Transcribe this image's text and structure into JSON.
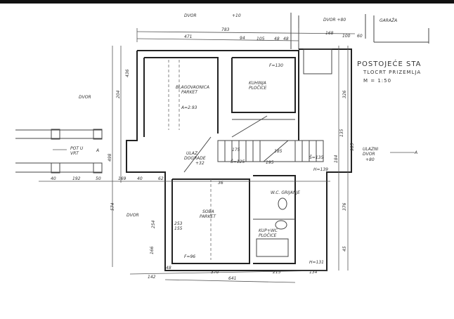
{
  "title": {
    "main": "POSTOJEĆE STA",
    "sub": "TLOCRT PRIZEMLJA",
    "scale": "M = 1:50"
  },
  "labels": {
    "dvor_top": "DVOR",
    "dvor_top_level": "+10",
    "dvor_top_right": "DVOR +80",
    "garaza": "GARAŽA",
    "dvor_left": "DVOR",
    "dvor_bottom": "DVOR",
    "pot_u_vrt_1": "POT U",
    "pot_u_vrt_2": "VRT",
    "blagovaonica_1": "BLAGOVAONICA",
    "blagovaonica_2": "PARKET",
    "area_blag": "A=2.93",
    "kuhinja_1": "KUHINJA",
    "kuhinja_2": "PLOČICE",
    "ulaz_1": "ULAZ",
    "ulaz_2": "DOGRADE",
    "ulaz_level": "+32",
    "ulazni_1": "ULAZNI",
    "ulazni_2": "DVOR",
    "ulazni_level": "+80",
    "soba_1": "SOBA",
    "soba_2": "PARKET",
    "soba_dim_1": "253",
    "soba_dim_2": "155",
    "kup_1": "KUP+WC",
    "kup_2": "PLOČICE",
    "wc": "W.C. GRIJANJE",
    "section_mark": "A",
    "height_1": "H=139",
    "height_2": "H=131",
    "f_96": "F=96",
    "f_130": "F=130"
  },
  "dims": {
    "top": [
      "783",
      "471",
      "94",
      "105",
      "48",
      "48",
      "168",
      "100",
      "60"
    ],
    "bottom": [
      "142",
      "48",
      "370",
      "641",
      "215",
      "134"
    ],
    "left": [
      "40",
      "192",
      "50",
      "169",
      "40",
      "62",
      "36",
      "574",
      "254",
      "166",
      "498",
      "204",
      "436"
    ],
    "right": [
      "326",
      "376",
      "45",
      "985",
      "135",
      "184"
    ],
    "stairs": [
      "175",
      "185",
      "195",
      "Š=125",
      "Š=135"
    ]
  }
}
